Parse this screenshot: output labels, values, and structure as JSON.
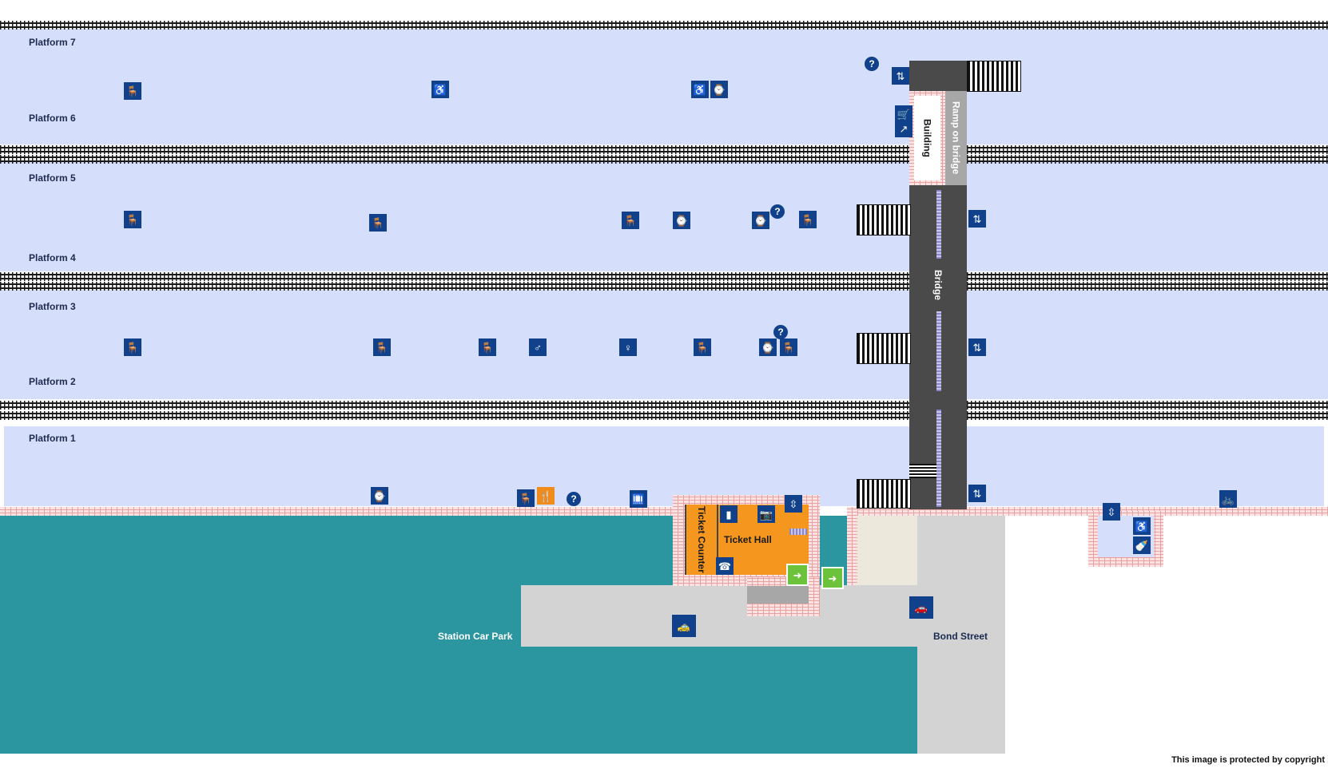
{
  "platforms": [
    {
      "name": "Platform 7"
    },
    {
      "name": "Platform 6"
    },
    {
      "name": "Platform 5"
    },
    {
      "name": "Platform 4"
    },
    {
      "name": "Platform 3"
    },
    {
      "name": "Platform 2"
    },
    {
      "name": "Platform 1"
    }
  ],
  "areas": {
    "building": "Building",
    "ramp": "Ramp on bridge",
    "bridge": "Bridge",
    "ticket_counter": "Ticket Counter",
    "ticket_hall": "Ticket Hall",
    "car_park": "Station Car Park",
    "street": "Bond Street"
  },
  "icons": {
    "info": "?",
    "wc": "WC"
  },
  "colors": {
    "platform": "#d5defb",
    "carpark": "#2b96a0",
    "road": "#d3d3d3",
    "ticket_hall": "#f5961e",
    "bridge": "#4a4a4a",
    "icon_blue": "#10418a",
    "exit_green": "#6cc23a"
  },
  "footer": {
    "copyright": "This image is protected by copyright"
  }
}
